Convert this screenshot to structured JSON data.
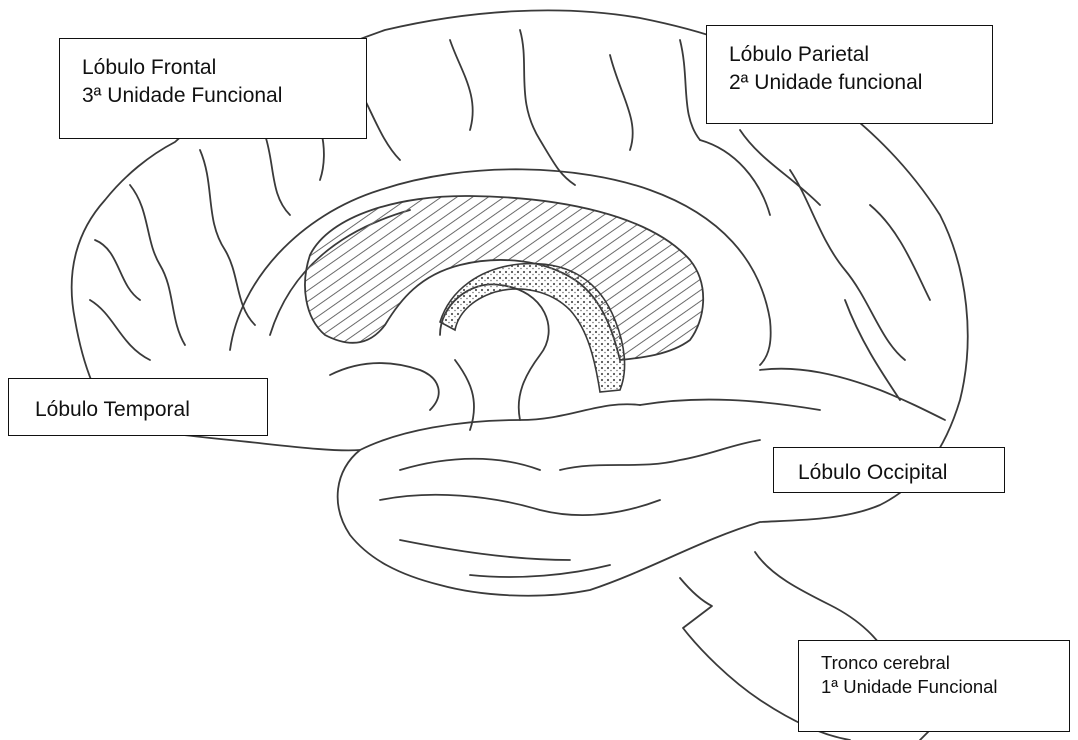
{
  "diagram": {
    "labels": {
      "frontal": {
        "line1": "Lóbulo Frontal",
        "line2": "3ª Unidade  Funcional"
      },
      "parietal": {
        "line1": "Lóbulo Parietal",
        "line2": "2ª Unidade funcional"
      },
      "temporal": {
        "line1": "Lóbulo Temporal"
      },
      "occipital": {
        "line1": "Lóbulo Occipital"
      },
      "tronco": {
        "line1": "Tronco cerebral",
        "line2": "1ª Unidade Funcional"
      }
    },
    "colors": {
      "line": "#3a3a3a",
      "hatch": "#6a6a6a",
      "box_border": "#111111",
      "background": "#ffffff"
    }
  }
}
